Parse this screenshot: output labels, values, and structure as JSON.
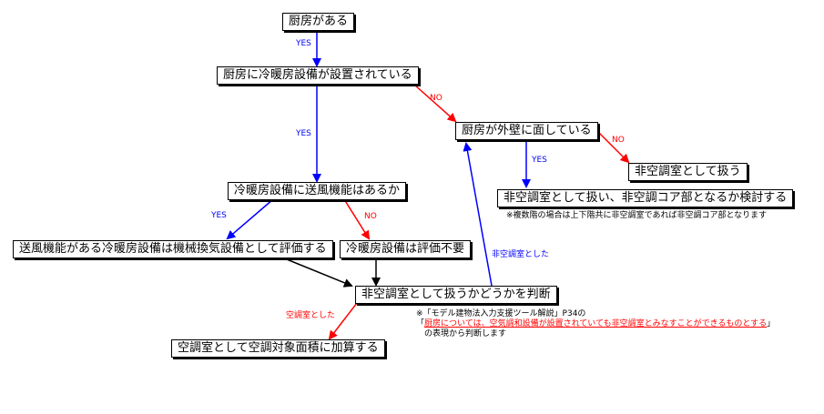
{
  "nodes": {
    "kitchen_exists": "厨房がある",
    "hvac_installed": "厨房に冷暖房設備が設置されている",
    "faces_outside": "厨房が外壁に面している",
    "treat_non_conditioned": "非空調室として扱う",
    "consider_core": "非空調室として扱い、非空調コア部となるか検討する",
    "has_ventilation": "冷暖房設備に送風機能はあるか",
    "evaluate_as_mech_vent": "送風機能がある冷暖房設備は機械換気設備として評価する",
    "no_evaluation": "冷暖房設備は評価不要",
    "decide_non_conditioned": "非空調室として扱うかどうかを判断",
    "add_to_area": "空調室として空調対象面積に加算する"
  },
  "edge_labels": {
    "yes1": "YES",
    "yes2": "YES",
    "no1": "NO",
    "yes3": "YES",
    "no2": "NO",
    "yes4": "YES",
    "no3": "NO",
    "as_non_conditioned": "非空調室とした",
    "as_conditioned": "空調室とした"
  },
  "notes": {
    "multi_floor": "※複数階の場合は上下階共に非空調室であれば非空調コア部となります",
    "ref_line1": "※「モデル建物法入力支援ツール解説」P34の",
    "ref_quote_open": "「",
    "ref_quote_text": "厨房については、空気調和設備が設置されていても非空調室とみなすことができるものとする",
    "ref_quote_close": "」",
    "ref_line3": "の表現から判断します"
  },
  "colors": {
    "yes": "#0000ff",
    "no": "#ff0000",
    "neutral": "#000000"
  }
}
